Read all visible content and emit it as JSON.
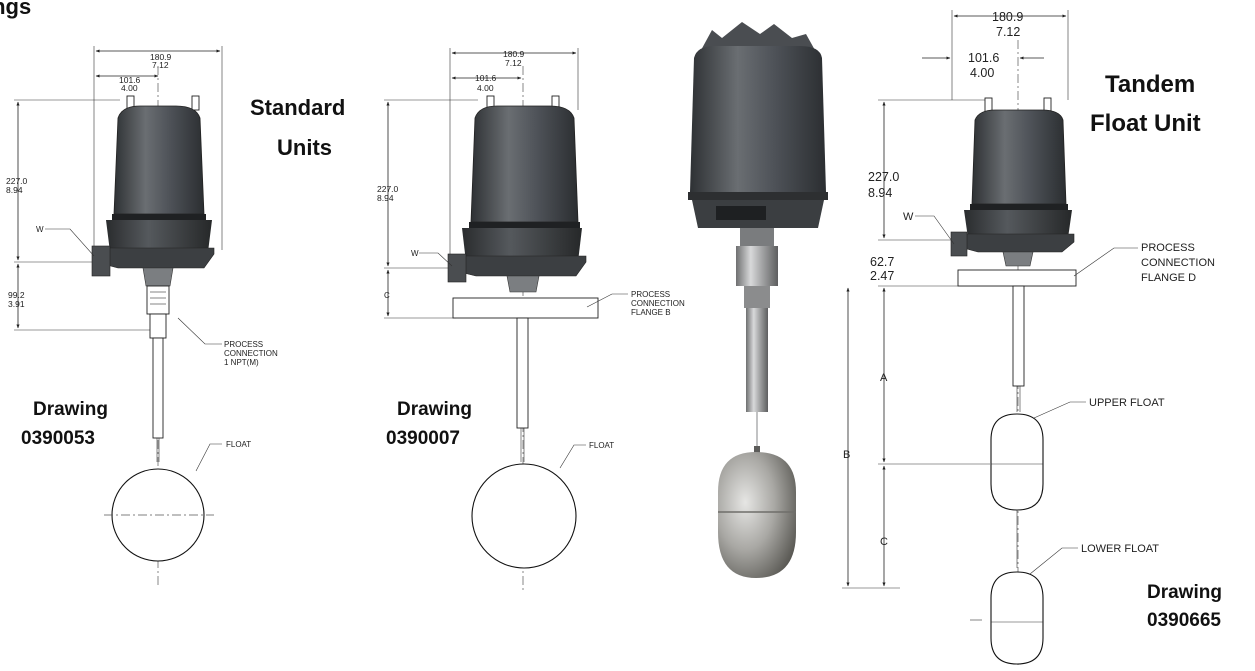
{
  "header_text": "ings",
  "headings": {
    "standard_line1": "Standard",
    "standard_line2": "Units",
    "tandem_line1": "Tandem",
    "tandem_line2": "Float Unit"
  },
  "drawings": {
    "d1": {
      "label": "Drawing",
      "number": "0390053"
    },
    "d2": {
      "label": "Drawing",
      "number": "0390007"
    },
    "d3": {
      "label": "Drawing",
      "number": "0390665"
    }
  },
  "dimensions": {
    "width_mm": "180.9",
    "width_in": "7.12",
    "offset_mm": "101.6",
    "offset_in": "4.00",
    "height_mm": "227.0",
    "height_in": "8.94",
    "npt_len_mm": "99.2",
    "npt_len_in": "3.91",
    "flange_mm": "62.7",
    "flange_in": "2.47"
  },
  "callouts": {
    "w": "W",
    "c": "C",
    "a": "A",
    "b": "B",
    "process": "PROCESS",
    "connection": "CONNECTION",
    "npt": "1 NPT(M)",
    "flange_b": "FLANGE B",
    "flange_d": "FLANGE D",
    "float": "FLOAT",
    "upper_float": "UPPER FLOAT",
    "lower_float": "LOWER FLOAT"
  },
  "colors": {
    "housing_dark": "#3a3d40",
    "housing_mid": "#5b5f63",
    "housing_light": "#8a8e92",
    "stainless": "#b9babb"
  }
}
